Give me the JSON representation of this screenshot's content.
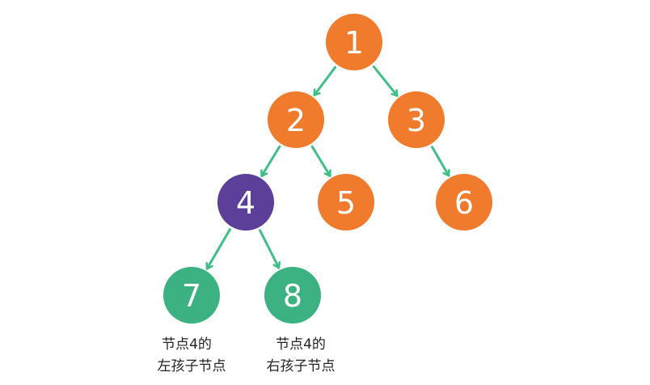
{
  "colors": {
    "orange": "#f07b2d",
    "purple": "#5b3f99",
    "green": "#3cb182",
    "edge": "#3fbf87",
    "text": "#ffffff",
    "note_text": "#222222"
  },
  "nodes": [
    {
      "id": "1",
      "label": "1",
      "color": "orange"
    },
    {
      "id": "2",
      "label": "2",
      "color": "orange"
    },
    {
      "id": "3",
      "label": "3",
      "color": "orange"
    },
    {
      "id": "4",
      "label": "4",
      "color": "purple"
    },
    {
      "id": "5",
      "label": "5",
      "color": "orange"
    },
    {
      "id": "6",
      "label": "6",
      "color": "orange"
    },
    {
      "id": "7",
      "label": "7",
      "color": "green"
    },
    {
      "id": "8",
      "label": "8",
      "color": "green"
    }
  ],
  "edges": [
    {
      "from": "1",
      "to": "2"
    },
    {
      "from": "1",
      "to": "3"
    },
    {
      "from": "2",
      "to": "4"
    },
    {
      "from": "2",
      "to": "5"
    },
    {
      "from": "3",
      "to": "6"
    },
    {
      "from": "4",
      "to": "7"
    },
    {
      "from": "4",
      "to": "8"
    }
  ],
  "notes": {
    "left_child": {
      "line1": "节点4的",
      "line2": "左孩子节点"
    },
    "right_child": {
      "line1": "节点4的",
      "line2": "右孩子节点"
    }
  }
}
